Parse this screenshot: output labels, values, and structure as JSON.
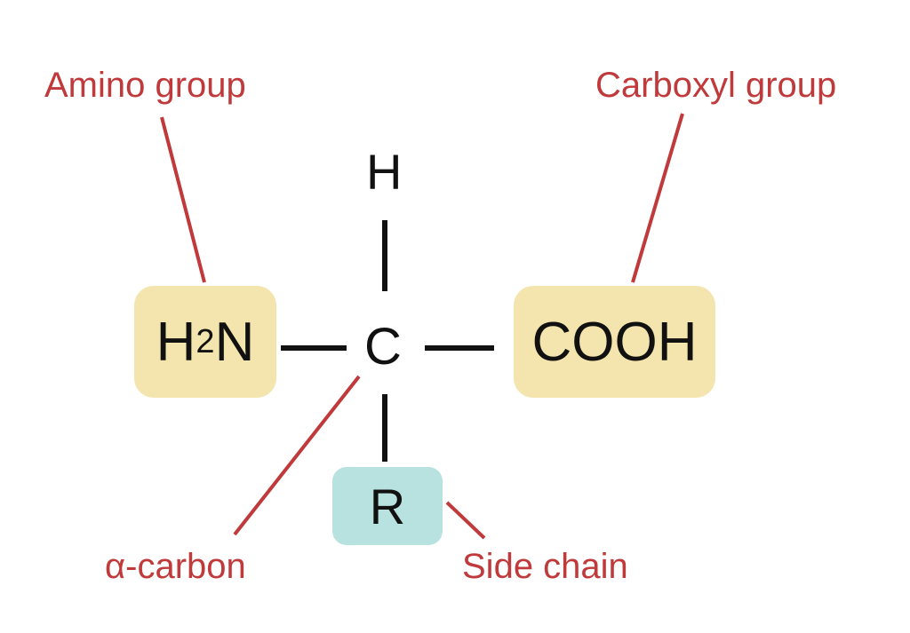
{
  "labels": {
    "amino_group": "Amino group",
    "carboxyl_group": "Carboxyl group",
    "alpha_carbon": "α-carbon",
    "side_chain": "Side chain"
  },
  "atoms": {
    "hydrogen": "H",
    "carbon": "C",
    "amine_H": "H",
    "amine_sub": "2",
    "amine_N": "N",
    "carboxyl": "COOH",
    "r_group": "R"
  },
  "colors": {
    "label": "#c0393b",
    "amino_box": "#f3e5ad",
    "carboxyl_box": "#f3e5ad",
    "side_chain_box": "#b7e2df",
    "bond": "#111111"
  }
}
